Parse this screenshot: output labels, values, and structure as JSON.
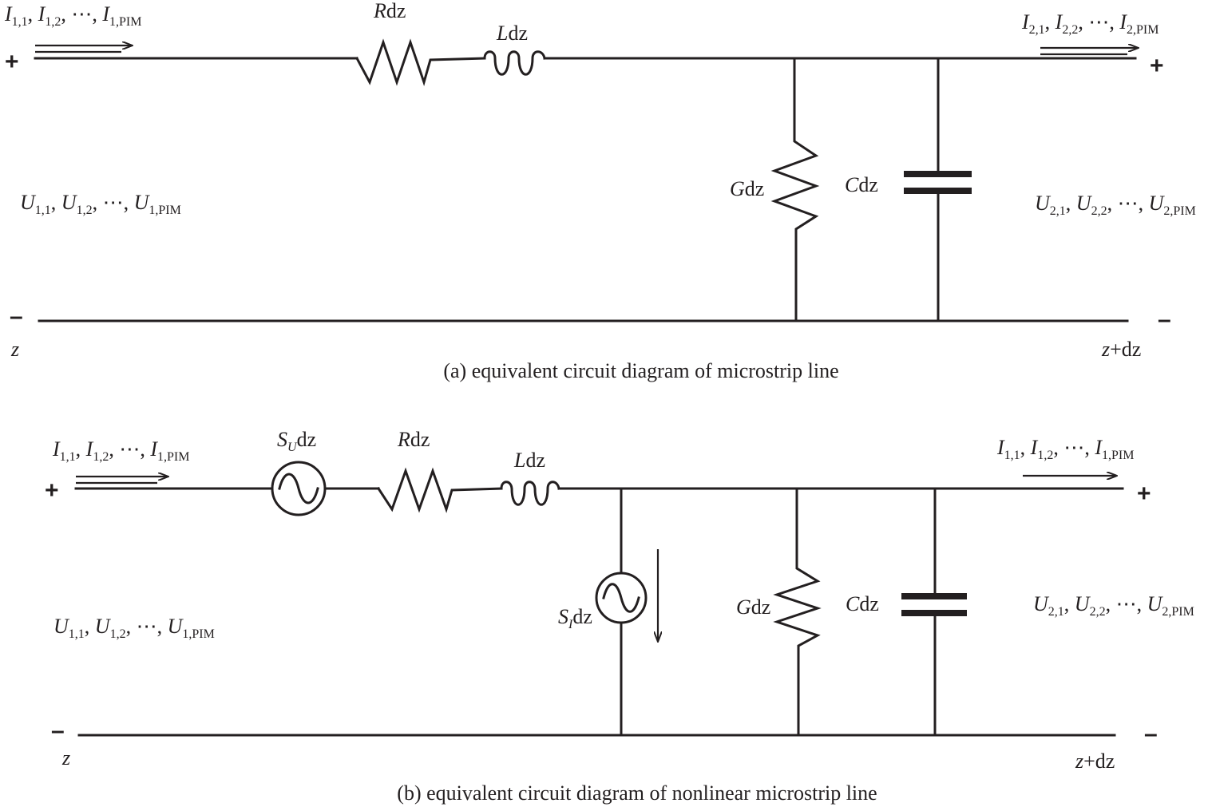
{
  "diagram_a": {
    "caption": "(a) equivalent circuit diagram of microstrip line",
    "labels": {
      "resistor": {
        "sym": "R",
        "suffix": "dz"
      },
      "inductor": {
        "sym": "L",
        "suffix": "dz"
      },
      "conductance": {
        "sym": "G",
        "suffix": "dz"
      },
      "capacitance": {
        "sym": "C",
        "suffix": "dz"
      },
      "current_in": {
        "parts": [
          [
            "I",
            "1,1"
          ],
          [
            "I",
            "1,2"
          ],
          [
            "I",
            "1,PIM"
          ]
        ]
      },
      "current_out": {
        "parts": [
          [
            "I",
            "2,1"
          ],
          [
            "I",
            "2,2"
          ],
          [
            "I",
            "2,PIM"
          ]
        ]
      },
      "voltage_in": {
        "parts": [
          [
            "U",
            "1,1"
          ],
          [
            "U",
            "1,2"
          ],
          [
            "U",
            "1,PIM"
          ]
        ]
      },
      "voltage_out": {
        "parts": [
          [
            "U",
            "2,1"
          ],
          [
            "U",
            "2,2"
          ],
          [
            "U",
            "2,PIM"
          ]
        ]
      },
      "pos_left": "z",
      "pos_right_var": "z",
      "pos_right_rest": "+dz",
      "plus": "+",
      "minus": "–"
    }
  },
  "diagram_b": {
    "caption": "(b) equivalent circuit diagram of nonlinear microstrip line",
    "labels": {
      "voltage_source": {
        "sym": "S",
        "sub": "U",
        "suffix": "dz"
      },
      "current_source": {
        "sym": "S",
        "sub": "I",
        "suffix": "dz"
      },
      "resistor": {
        "sym": "R",
        "suffix": "dz"
      },
      "inductor": {
        "sym": "L",
        "suffix": "dz"
      },
      "conductance": {
        "sym": "G",
        "suffix": "dz"
      },
      "capacitance": {
        "sym": "C",
        "suffix": "dz"
      },
      "current_in": {
        "parts": [
          [
            "I",
            "1,1"
          ],
          [
            "I",
            "1,2"
          ],
          [
            "I",
            "1,PIM"
          ]
        ]
      },
      "current_out": {
        "parts": [
          [
            "I",
            "1,1"
          ],
          [
            "I",
            "1,2"
          ],
          [
            "I",
            "1,PIM"
          ]
        ]
      },
      "voltage_in": {
        "parts": [
          [
            "U",
            "1,1"
          ],
          [
            "U",
            "1,2"
          ],
          [
            "U",
            "1,PIM"
          ]
        ]
      },
      "voltage_out": {
        "parts": [
          [
            "U",
            "2,1"
          ],
          [
            "U",
            "2,2"
          ],
          [
            "U",
            "2,PIM"
          ]
        ]
      },
      "pos_left": "z",
      "pos_right_var": "z",
      "pos_right_rest": "+dz",
      "plus": "+",
      "minus": "–"
    }
  },
  "separator": ", ",
  "ellipsis": "⋯",
  "colors": {
    "ink": "#231f20",
    "background": "#ffffff"
  }
}
